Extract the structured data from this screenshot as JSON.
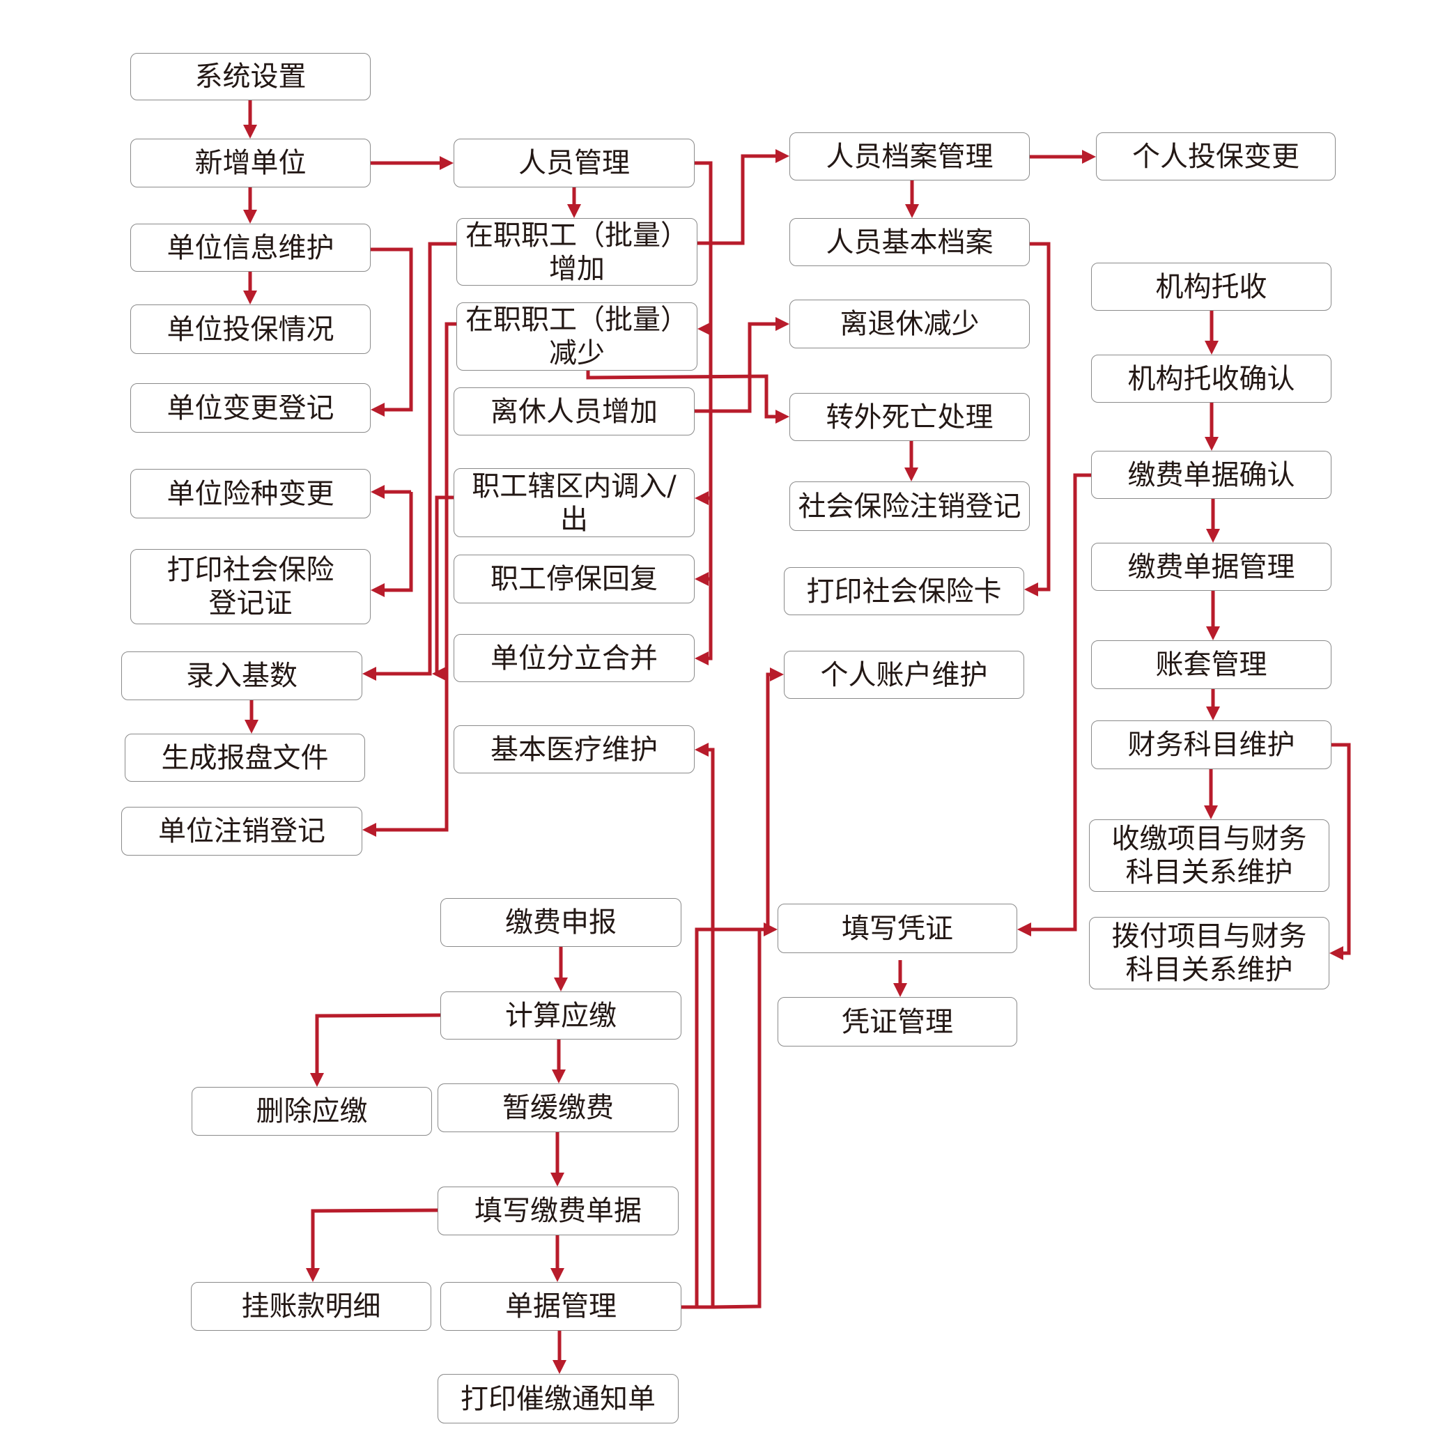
{
  "diagram": {
    "type": "flowchart",
    "connector_color": "#b81c2b",
    "border_color": "#8a8a8a",
    "text_color": "#231815",
    "nodes": [
      {
        "id": "xtsz",
        "label": "系统设置"
      },
      {
        "id": "xzdw",
        "label": "新增单位"
      },
      {
        "id": "dwxxwh",
        "label": "单位信息维护"
      },
      {
        "id": "dwtbqk",
        "label": "单位投保情况"
      },
      {
        "id": "dwbgdj",
        "label": "单位变更登记"
      },
      {
        "id": "dwxzbg",
        "label": "单位险种变更"
      },
      {
        "id": "dysbdjz",
        "label": "打印社会保险\n登记证"
      },
      {
        "id": "lrjs",
        "label": "录入基数"
      },
      {
        "id": "scbpwj",
        "label": "生成报盘文件"
      },
      {
        "id": "dwzxdj",
        "label": "单位注销登记"
      },
      {
        "id": "rygl",
        "label": "人员管理"
      },
      {
        "id": "zzzgzj",
        "label": "在职职工（批量）\n增加"
      },
      {
        "id": "zzzgjs",
        "label": "在职职工（批量）\n减少"
      },
      {
        "id": "lxryzj",
        "label": "离休人员增加"
      },
      {
        "id": "zgxqdr",
        "label": "职工辖区内调入/\n出"
      },
      {
        "id": "zgtbhf",
        "label": "职工停保回复"
      },
      {
        "id": "dwflhb",
        "label": "单位分立合并"
      },
      {
        "id": "jbylwh",
        "label": "基本医疗维护"
      },
      {
        "id": "ryda",
        "label": "人员档案管理"
      },
      {
        "id": "ryjbda",
        "label": "人员基本档案"
      },
      {
        "id": "ltxjs",
        "label": "离退休减少"
      },
      {
        "id": "zwswcl",
        "label": "转外死亡处理"
      },
      {
        "id": "sbzxdj",
        "label": "社会保险注销登记"
      },
      {
        "id": "dysbk",
        "label": "打印社会保险卡"
      },
      {
        "id": "grzhwh",
        "label": "个人账户维护"
      },
      {
        "id": "grtbbg",
        "label": "个人投保变更"
      },
      {
        "id": "jgts",
        "label": "机构托收"
      },
      {
        "id": "jgtsqr",
        "label": "机构托收确认"
      },
      {
        "id": "jfdjqr",
        "label": "缴费单据确认"
      },
      {
        "id": "jfdjgl",
        "label": "缴费单据管理"
      },
      {
        "id": "ztgl",
        "label": "账套管理"
      },
      {
        "id": "cwkmwh",
        "label": "财务科目维护"
      },
      {
        "id": "sjxmgx",
        "label": "收缴项目与财务\n科目关系维护"
      },
      {
        "id": "bfxmgx",
        "label": "拨付项目与财务\n科目关系维护"
      },
      {
        "id": "txpz",
        "label": "填写凭证"
      },
      {
        "id": "pzgl",
        "label": "凭证管理"
      },
      {
        "id": "jfsb",
        "label": "缴费申报"
      },
      {
        "id": "jsyj",
        "label": "计算应缴"
      },
      {
        "id": "scyj",
        "label": "删除应缴"
      },
      {
        "id": "zhjf",
        "label": "暂缓缴费"
      },
      {
        "id": "txjfdj",
        "label": "填写缴费单据"
      },
      {
        "id": "gzkmx",
        "label": "挂账款明细"
      },
      {
        "id": "djgl",
        "label": "单据管理"
      },
      {
        "id": "dycjtzd",
        "label": "打印催缴通知单"
      }
    ],
    "edges": [
      {
        "from": "xtsz",
        "to": "xzdw"
      },
      {
        "from": "xzdw",
        "to": "dwxxwh"
      },
      {
        "from": "xzdw",
        "to": "rygl"
      },
      {
        "from": "dwxxwh",
        "to": "dwtbqk"
      },
      {
        "from": "dwxxwh",
        "to": "dwbgdj"
      },
      {
        "from": "dwxxwh",
        "to": "dwxzbg"
      },
      {
        "from": "dwxxwh",
        "to": "dysbdjz"
      },
      {
        "from": "zzzgzj",
        "to": "lrjs"
      },
      {
        "from": "zgxqdr",
        "to": "lrjs"
      },
      {
        "from": "zzzgjs",
        "to": "dwzxdj"
      },
      {
        "from": "lrjs",
        "to": "scbpwj"
      },
      {
        "from": "rygl",
        "to": "zzzgzj"
      },
      {
        "from": "rygl",
        "to": "zzzgjs"
      },
      {
        "from": "rygl",
        "to": "zgxqdr"
      },
      {
        "from": "rygl",
        "to": "zgtbhf"
      },
      {
        "from": "rygl",
        "to": "dwflhb"
      },
      {
        "from": "zzzgzj",
        "to": "ryda"
      },
      {
        "from": "zzzgjs",
        "to": "zwswcl"
      },
      {
        "from": "lxryzj",
        "to": "ltxjs"
      },
      {
        "from": "ryda",
        "to": "grtbbg"
      },
      {
        "from": "ryda",
        "to": "ryjbda"
      },
      {
        "from": "ryjbda",
        "to": "dysbk"
      },
      {
        "from": "zwswcl",
        "to": "sbzxdj"
      },
      {
        "from": "jgts",
        "to": "jgtsqr"
      },
      {
        "from": "jgtsqr",
        "to": "jfdjqr"
      },
      {
        "from": "jfdjqr",
        "to": "jfdjgl"
      },
      {
        "from": "jfdjqr",
        "to": "txpz"
      },
      {
        "from": "jfdjgl",
        "to": "ztgl"
      },
      {
        "from": "ztgl",
        "to": "cwkmwh"
      },
      {
        "from": "cwkmwh",
        "to": "sjxmgx"
      },
      {
        "from": "cwkmwh",
        "to": "bfxmgx"
      },
      {
        "from": "txpz",
        "to": "pzgl"
      },
      {
        "from": "jfsb",
        "to": "jsyj"
      },
      {
        "from": "jsyj",
        "to": "scyj"
      },
      {
        "from": "jsyj",
        "to": "zhjf"
      },
      {
        "from": "zhjf",
        "to": "txjfdj"
      },
      {
        "from": "txjfdj",
        "to": "gzkmx"
      },
      {
        "from": "txjfdj",
        "to": "djgl"
      },
      {
        "from": "djgl",
        "to": "dycjtzd"
      },
      {
        "from": "djgl",
        "to": "jbylwh"
      },
      {
        "from": "djgl",
        "to": "txpz"
      },
      {
        "from": "djgl",
        "to": "grzhwh"
      }
    ]
  }
}
